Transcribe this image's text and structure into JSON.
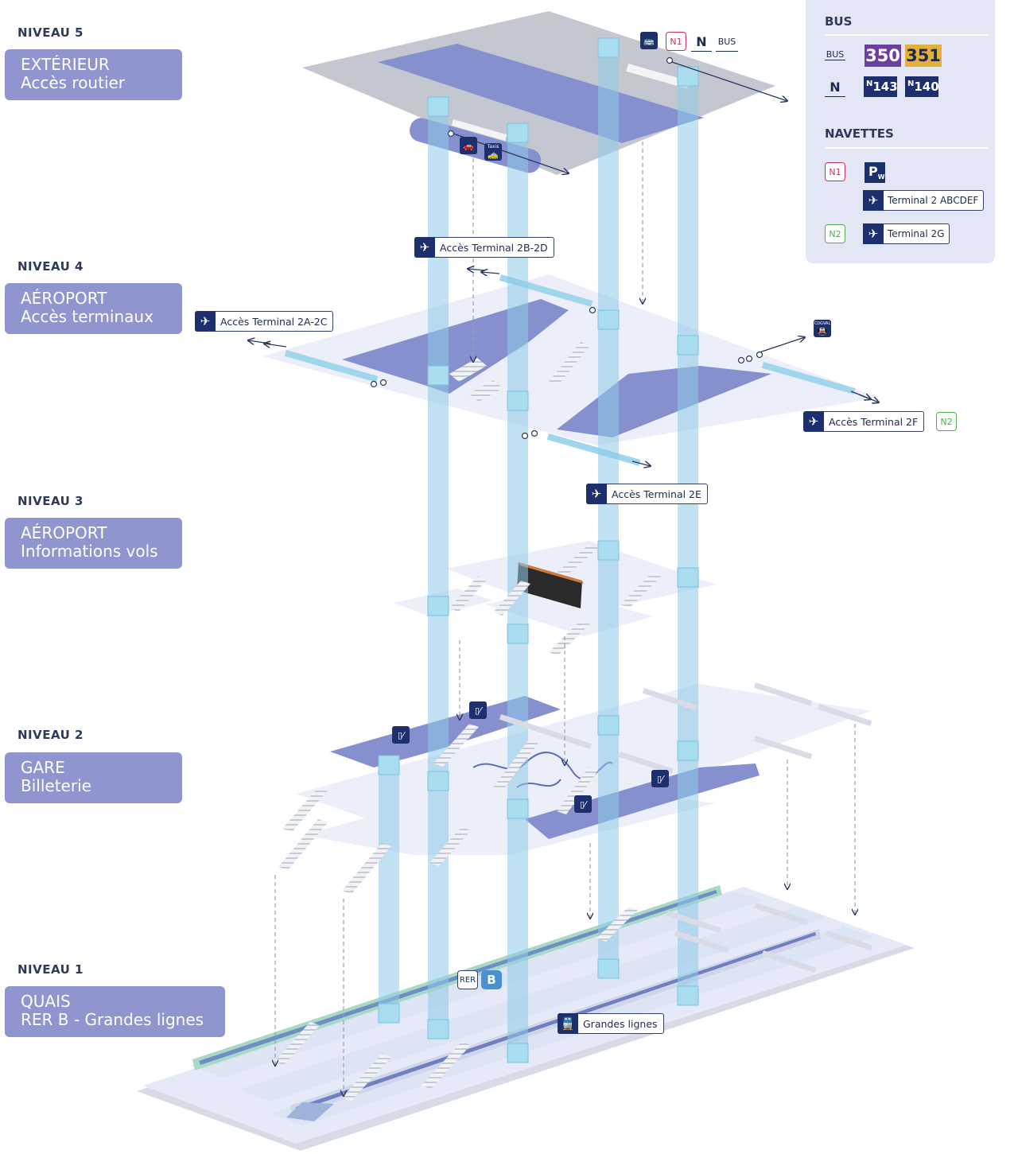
{
  "levels": [
    {
      "num": "NIVEAU 5",
      "line1": "EXTÉRIEUR",
      "line2": "Accès routier"
    },
    {
      "num": "NIVEAU 4",
      "line1": "AÉROPORT",
      "line2": "Accès terminaux"
    },
    {
      "num": "NIVEAU 3",
      "line1": "AÉROPORT",
      "line2": "Informations vols"
    },
    {
      "num": "NIVEAU 2",
      "line1": "GARE",
      "line2": "Billeterie"
    },
    {
      "num": "NIVEAU 1",
      "line1": "QUAIS",
      "line2": "RER B - Grandes lignes"
    }
  ],
  "signs": {
    "terminal_2b_2d": "Accès Terminal 2B-2D",
    "terminal_2a_2c": "Accès Terminal 2A-2C",
    "terminal_2f": "Accès Terminal 2F",
    "terminal_2e": "Accès Terminal 2E",
    "grandes_lignes": "Grandes lignes",
    "rer": "RER",
    "rer_line": "B",
    "n2_badge": "N2",
    "top_n1": "N1",
    "top_n": "N",
    "top_bus": "BUS",
    "taxis": "Taxis",
    "cdgval": "CDGVAL"
  },
  "legend": {
    "bus_title": "BUS",
    "bus_label": "BUS",
    "bus_lines": [
      "350",
      "351"
    ],
    "night_label": "N",
    "night_lines": [
      {
        "sup": "N",
        "num": "143"
      },
      {
        "sup": "N",
        "num": "140"
      }
    ],
    "navettes_title": "NAVETTES",
    "n1": "N1",
    "parking": "P",
    "parking_sub": "W",
    "terminal_abcdef": "Terminal 2 ABCDEF",
    "n2": "N2",
    "terminal_2g": "Terminal 2G"
  },
  "colors": {
    "level_box": "#8e95cf",
    "platform": "#e6e9f7",
    "zone": "#8690cf",
    "column": "#8ecbe8",
    "sign_icon": "#1e2f6e",
    "bus_350": "#6a3fa0",
    "bus_351": "#e3b03c",
    "n1": "#c8305a",
    "n2": "#4fad4f"
  },
  "icons": [
    "plane-icon",
    "bus-icon",
    "taxi-icon",
    "train-icon",
    "ticket-machine-icon",
    "escalator-icon",
    "elevator-icon",
    "travelator-icon"
  ]
}
